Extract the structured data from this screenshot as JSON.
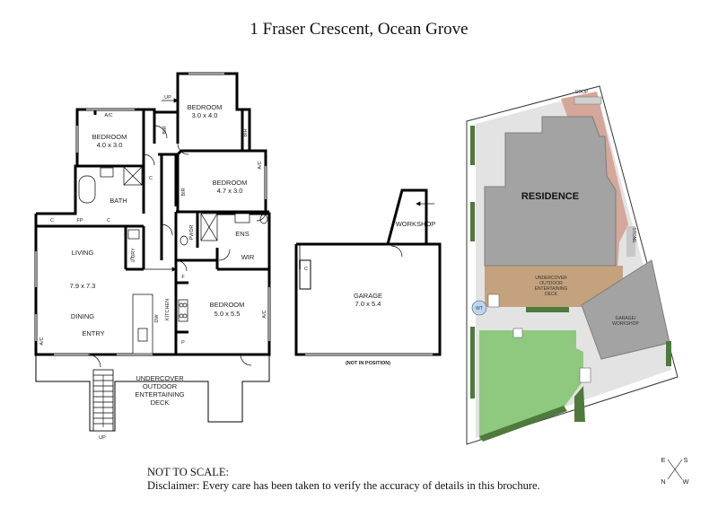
{
  "title": "1 Fraser Crescent, Ocean Grove",
  "floorplan": {
    "rooms": [
      {
        "id": "bedroom-3x4",
        "name": "BEDROOM",
        "dim": "3.0 x 4.0"
      },
      {
        "id": "bedroom-4x3",
        "name": "BEDROOM",
        "dim": "4.0 x 3.0"
      },
      {
        "id": "bedroom-4-7x3",
        "name": "BEDROOM",
        "dim": "4.7 x 3.0"
      },
      {
        "id": "bedroom-5x5-5",
        "name": "BEDROOM",
        "dim": "5.0 x 5.5"
      },
      {
        "id": "living",
        "name": "LIVING",
        "dim": "7.9 x 7.3"
      },
      {
        "id": "garage",
        "name": "GARAGE",
        "dim": "7.0 x 5.4"
      }
    ],
    "labels": {
      "bath": "BATH",
      "ldry": "L'DRY",
      "pwdr": "PWDR",
      "ens": "ENS",
      "wir": "WIR",
      "kitchen": "KITCHEN",
      "dining": "DINING",
      "entry": "ENTRY",
      "workshop": "WORKSHOP",
      "bir": "BIR",
      "c": "C",
      "fp": "FP",
      "f": "F",
      "p": "P",
      "dw": "DW",
      "ac": "A/C",
      "up": "UP",
      "deck_line1": "UNDERCOVER",
      "deck_line2": "OUTDOOR",
      "deck_line3": "ENTERTAINING",
      "deck_line4": "DECK",
      "not_in_position": "(NOT IN POSITION)"
    }
  },
  "siteplan": {
    "residence": "RESIDENCE",
    "coop": "COOP",
    "stone": "STONE",
    "wt": "WT",
    "deck_line1": "UNDERCOVER",
    "deck_line2": "OUTDOOR",
    "deck_line3": "ENTERTAINING",
    "deck_line4": "DECK",
    "garage_line1": "GARAGE/",
    "garage_line2": "WORKSHOP"
  },
  "compass": {
    "n": "N",
    "e": "E",
    "s": "S",
    "w": "W"
  },
  "footer": {
    "line1": "NOT TO SCALE:",
    "line2": "Disclaimer: Every care has been taken to verify the accuracy of details in this brochure."
  },
  "colors": {
    "roof": "#a3a3a3",
    "residence_edge": "#8c8c8c",
    "lawn": "#8fc97f",
    "garden_bed": "#4e7a3c",
    "paving": "#dcdcdc",
    "deck": "#c5a27e",
    "driveway": "#d4a79a"
  }
}
